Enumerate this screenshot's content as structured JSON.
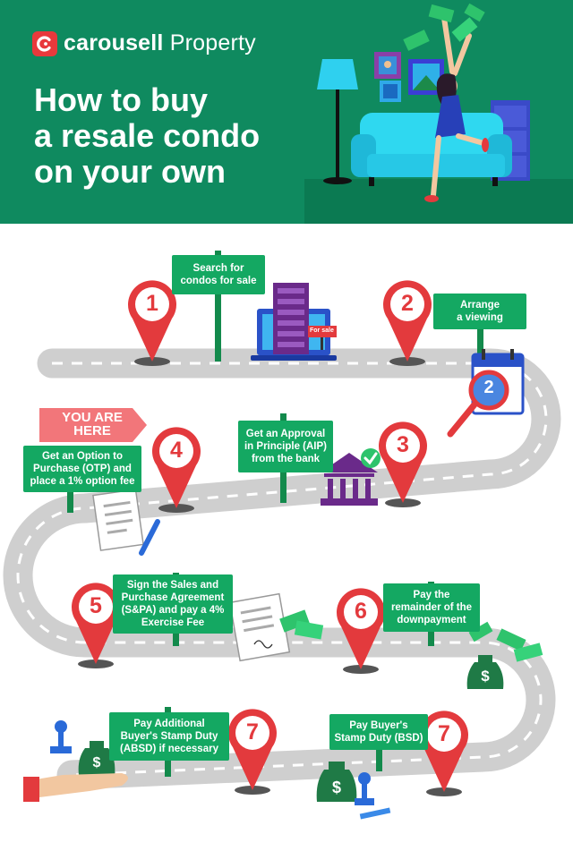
{
  "brand": {
    "name": "carousell",
    "product": "Property"
  },
  "headline": {
    "lines": [
      "How to buy",
      "a resale condo",
      "on your own"
    ]
  },
  "badge": {
    "here_lines": [
      "YOU ARE",
      "HERE"
    ]
  },
  "steps": [
    {
      "number": "1",
      "lines": [
        "Search for",
        "condos for sale"
      ]
    },
    {
      "number": "2",
      "lines": [
        "Arrange",
        "a viewing"
      ]
    },
    {
      "number": "3",
      "lines": [
        "Get an Approval",
        "in Principle (AIP)",
        "from the bank"
      ]
    },
    {
      "number": "4",
      "lines": [
        "Get an Option to",
        "Purchase (OTP) and",
        "place a 1% option fee"
      ]
    },
    {
      "number": "5",
      "lines": [
        "Sign the Sales and",
        "Purchase Agreement",
        "(S&PA) and pay a 4%",
        "Exercise Fee"
      ]
    },
    {
      "number": "6",
      "lines": [
        "Pay the",
        "remainder of the",
        "downpayment"
      ]
    },
    {
      "number": "7",
      "lines": [
        "Pay Buyer's",
        "Stamp Duty (BSD)"
      ]
    },
    {
      "number": "7",
      "lines": [
        "Pay Additional",
        "Buyer's Stamp Duty",
        "(ABSD) if necessary"
      ]
    }
  ],
  "illustrations": {
    "for_sale_tag": "For sale",
    "calendar_number": "2",
    "money_symbol": "$"
  },
  "icons": [
    "logo-c-icon",
    "map-pin-icon",
    "building-icon",
    "laptop-icon",
    "calendar-icon",
    "magnifier-icon",
    "bank-icon",
    "check-icon",
    "document-icon",
    "pencil-icon",
    "money-bag-icon",
    "banknote-icon",
    "stamp-icon",
    "hand-icon"
  ],
  "colors": {
    "header_green": "#0f8a5f",
    "sign_green": "#14a862",
    "pin_red": "#e33a3d",
    "road_gray": "#cfcfcf",
    "badge_pink": "#f2767a"
  }
}
